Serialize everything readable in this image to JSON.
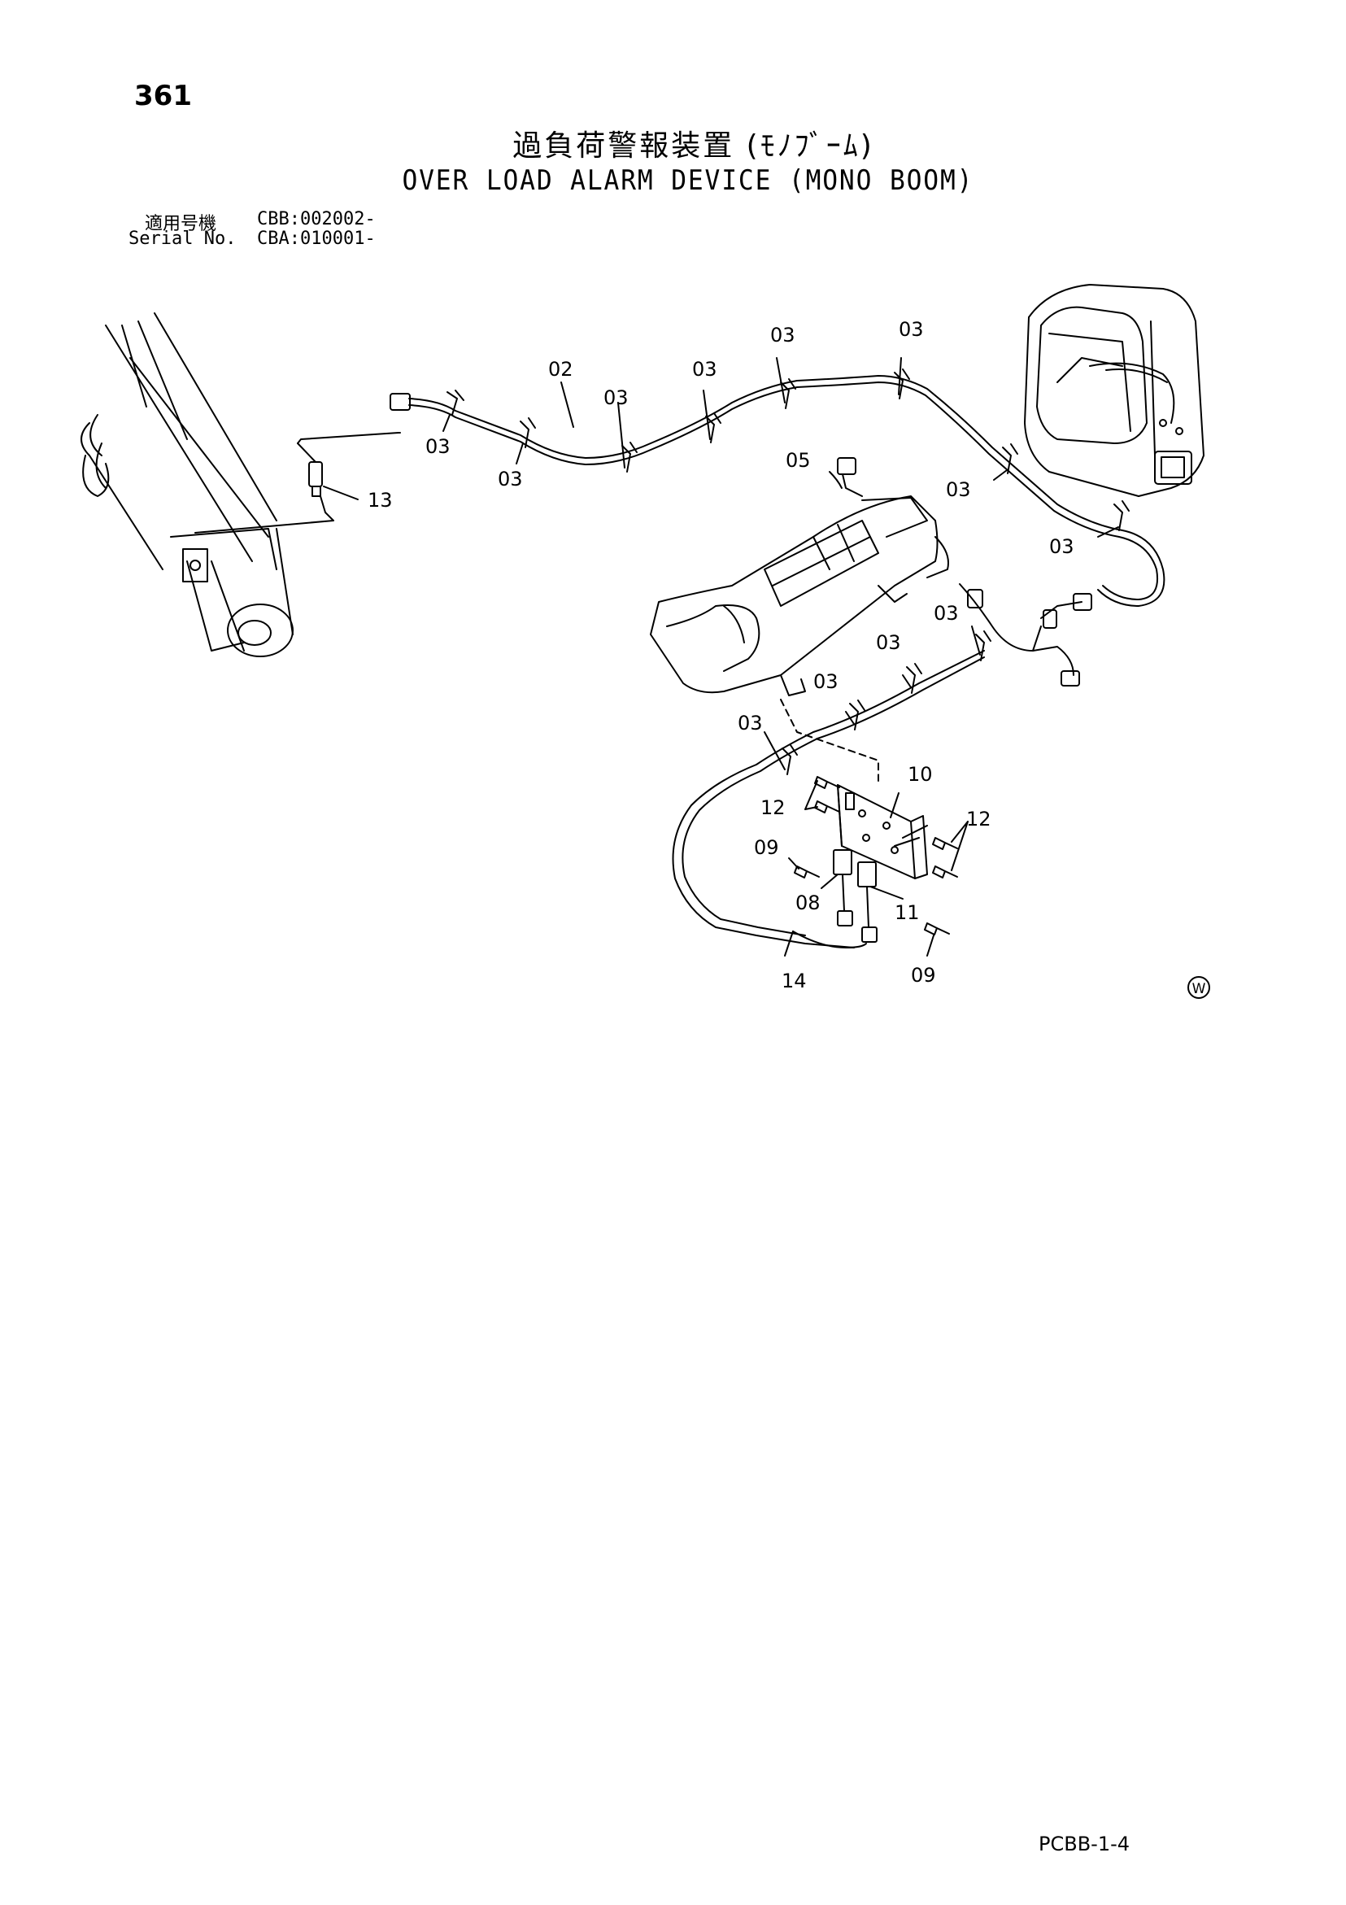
{
  "page_number": "361",
  "title_jp": "過負荷警報装置 (ﾓﾉﾌﾞｰﾑ)",
  "title_en": "OVER LOAD ALARM DEVICE (MONO BOOM)",
  "applicability": {
    "label_jp": "適用号機",
    "value_1": "CBB:002002-",
    "label_en": "Serial No.",
    "value_2": "CBA:010001-"
  },
  "callouts": {
    "c02": "02",
    "c03": "03",
    "c05": "05",
    "c08": "08",
    "c09": "09",
    "c10": "10",
    "c11": "11",
    "c12": "12",
    "c13": "13",
    "c14": "14"
  },
  "version_mark": "W",
  "footer_code": "PCBB-1-4"
}
